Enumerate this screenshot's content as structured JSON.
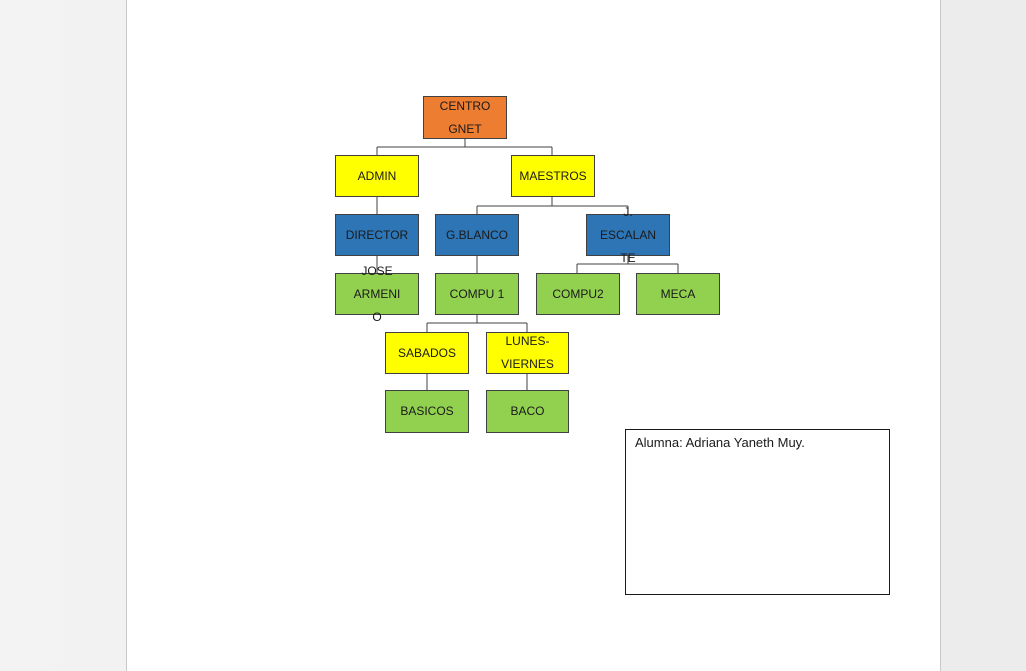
{
  "nodes": {
    "centro_gnet": "CENTRO GNET",
    "admin": "ADMIN",
    "maestros": "MAESTROS",
    "director": "DIRECTOR",
    "g_blanco": "G.BLANCO",
    "j_escalante": "J. ESCALANTE",
    "jose_armenio": "JOSE ARMENIO",
    "compu1": "COMPU 1",
    "compu2": "COMPU2",
    "meca": "MECA",
    "sabados": "SABADOS",
    "lunes_viernes": "LUNES-VIERNES",
    "basicos": "BASICOS",
    "baco": "BACO"
  },
  "hierarchy": [
    {
      "parent": "CENTRO GNET",
      "children": [
        "ADMIN",
        "MAESTROS"
      ]
    },
    {
      "parent": "ADMIN",
      "children": [
        "DIRECTOR"
      ]
    },
    {
      "parent": "DIRECTOR",
      "children": [
        "JOSE ARMENIO"
      ]
    },
    {
      "parent": "MAESTROS",
      "children": [
        "G.BLANCO",
        "J. ESCALANTE"
      ]
    },
    {
      "parent": "G.BLANCO",
      "children": [
        "COMPU 1"
      ]
    },
    {
      "parent": "J. ESCALANTE",
      "children": [
        "COMPU2",
        "MECA"
      ]
    },
    {
      "parent": "COMPU 1",
      "children": [
        "SABADOS",
        "LUNES-VIERNES"
      ]
    },
    {
      "parent": "SABADOS",
      "children": [
        "BASICOS"
      ]
    },
    {
      "parent": "LUNES-VIERNES",
      "children": [
        "BACO"
      ]
    }
  ],
  "colors": {
    "root": "#ed7d31",
    "level_yellow": "#ffff00",
    "level_blue": "#2e75b6",
    "level_green": "#92d050"
  },
  "textbox": {
    "content": "Alumna: Adriana Yaneth Muy."
  }
}
